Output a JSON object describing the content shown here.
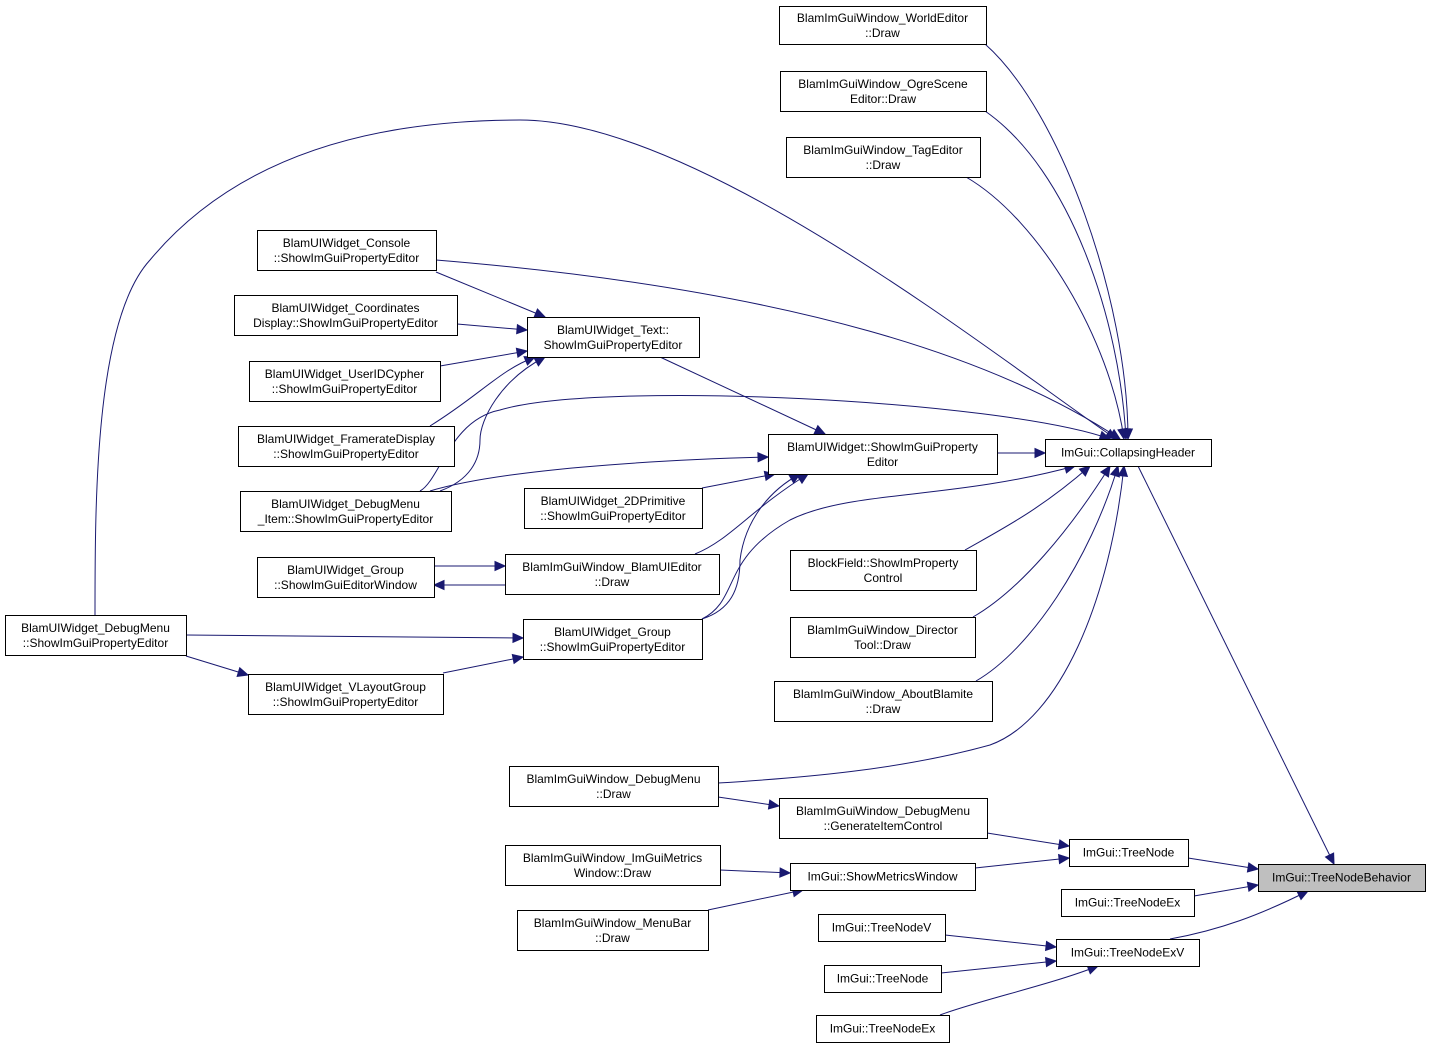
{
  "graph": {
    "colors": {
      "edge": "#191970",
      "node_border": "#000000",
      "highlight_fill": "#bfbfbf",
      "background": "#ffffff"
    },
    "nodes": {
      "we": [
        "BlamImGuiWindow_WorldEditor",
        "::Draw"
      ],
      "ogre": [
        "BlamImGuiWindow_OgreScene",
        "Editor::Draw"
      ],
      "tag": [
        "BlamImGuiWindow_TagEditor",
        "::Draw"
      ],
      "con": [
        "BlamUIWidget_Console",
        "::ShowImGuiPropertyEditor"
      ],
      "coord": [
        "BlamUIWidget_Coordinates",
        "Display::ShowImGuiPropertyEditor"
      ],
      "uid": [
        "BlamUIWidget_UserIDCypher",
        "::ShowImGuiPropertyEditor"
      ],
      "fps": [
        "BlamUIWidget_FramerateDisplay",
        "::ShowImGuiPropertyEditor"
      ],
      "dmi": [
        "BlamUIWidget_DebugMenu",
        "_Item::ShowImGuiPropertyEditor"
      ],
      "text": [
        "BlamUIWidget_Text::",
        "ShowImGuiPropertyEditor"
      ],
      "uiw": [
        "BlamUIWidget::ShowImGuiProperty",
        "Editor"
      ],
      "d2p": [
        "BlamUIWidget_2DPrimitive",
        "::ShowImGuiPropertyEditor"
      ],
      "gwin": [
        "BlamUIWidget_Group",
        "::ShowImGuiEditorWindow"
      ],
      "bue": [
        "BlamImGuiWindow_BlamUIEditor",
        "::Draw"
      ],
      "dm": [
        "BlamUIWidget_DebugMenu",
        "::ShowImGuiPropertyEditor"
      ],
      "gpe": [
        "BlamUIWidget_Group",
        "::ShowImGuiPropertyEditor"
      ],
      "vlg": [
        "BlamUIWidget_VLayoutGroup",
        "::ShowImGuiPropertyEditor"
      ],
      "ch": [
        "ImGui::CollapsingHeader"
      ],
      "bf": [
        "BlockField::ShowImProperty",
        "Control"
      ],
      "dir": [
        "BlamImGuiWindow_Director",
        "Tool::Draw"
      ],
      "about": [
        "BlamImGuiWindow_AboutBlamite",
        "::Draw"
      ],
      "dmd": [
        "BlamImGuiWindow_DebugMenu",
        "::Draw"
      ],
      "gic": [
        "BlamImGuiWindow_DebugMenu",
        "::GenerateItemControl"
      ],
      "tn1": [
        "ImGui::TreeNode"
      ],
      "metw": [
        "BlamImGuiWindow_ImGuiMetrics",
        "Window::Draw"
      ],
      "smw": [
        "ImGui::ShowMetricsWindow"
      ],
      "tnb": [
        "ImGui::TreeNodeBehavior"
      ],
      "tnex": [
        "ImGui::TreeNodeEx"
      ],
      "mb": [
        "BlamImGuiWindow_MenuBar",
        "::Draw"
      ],
      "tnv": [
        "ImGui::TreeNodeV"
      ],
      "tnexv": [
        "ImGui::TreeNodeExV"
      ],
      "tn2": [
        "ImGui::TreeNode"
      ],
      "tnex2": [
        "ImGui::TreeNodeEx"
      ]
    },
    "edges": [
      [
        "ch",
        "we"
      ],
      [
        "ch",
        "ogre"
      ],
      [
        "ch",
        "tag"
      ],
      [
        "ch",
        "con"
      ],
      [
        "ch",
        "dm"
      ],
      [
        "ch",
        "dmi"
      ],
      [
        "ch",
        "uiw"
      ],
      [
        "ch",
        "gpe"
      ],
      [
        "ch",
        "bf"
      ],
      [
        "ch",
        "dir"
      ],
      [
        "ch",
        "about"
      ],
      [
        "ch",
        "dmd"
      ],
      [
        "text",
        "con"
      ],
      [
        "text",
        "coord"
      ],
      [
        "text",
        "uid"
      ],
      [
        "text",
        "fps"
      ],
      [
        "text",
        "dmi"
      ],
      [
        "uiw",
        "text"
      ],
      [
        "uiw",
        "dmi"
      ],
      [
        "uiw",
        "d2p"
      ],
      [
        "uiw",
        "bue"
      ],
      [
        "uiw",
        "gpe"
      ],
      [
        "gwin",
        "bue"
      ],
      [
        "bue",
        "gwin"
      ],
      [
        "gpe",
        "dm"
      ],
      [
        "gpe",
        "vlg"
      ],
      [
        "vlg",
        "dm"
      ],
      [
        "gic",
        "dmd"
      ],
      [
        "tn1",
        "gic"
      ],
      [
        "smw",
        "metw"
      ],
      [
        "smw",
        "mb"
      ],
      [
        "tn1",
        "smw"
      ],
      [
        "tnb",
        "ch"
      ],
      [
        "tnb",
        "tn1"
      ],
      [
        "tnb",
        "tnex"
      ],
      [
        "tnb",
        "tnexv"
      ],
      [
        "tnexv",
        "tnv"
      ],
      [
        "tnexv",
        "tn2"
      ],
      [
        "tnexv",
        "tnex2"
      ]
    ]
  }
}
